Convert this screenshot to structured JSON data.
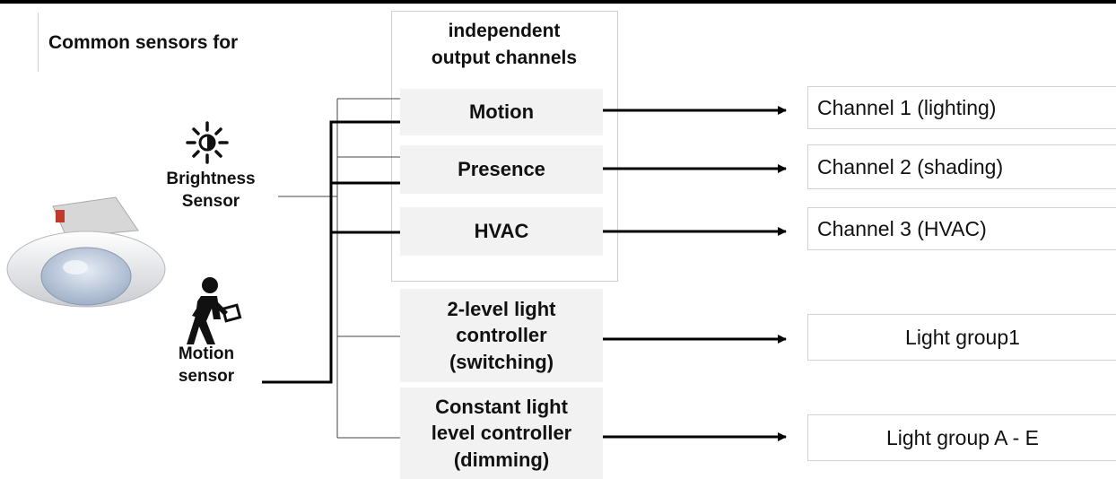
{
  "header": {
    "common_sensors": "Common sensors  for",
    "output_channels_line1": "independent",
    "output_channels_line2": "output channels"
  },
  "sensors": {
    "brightness_line1": "Brightness",
    "brightness_line2": "Sensor",
    "motion_line1": "Motion",
    "motion_line2": "sensor"
  },
  "functions": {
    "motion": "Motion",
    "presence": "Presence",
    "hvac": "HVAC",
    "two_level_line1": "2-level light",
    "two_level_line2": "controller",
    "two_level_line3": "(switching)",
    "constant_line1": "Constant light",
    "constant_line2": "level controller",
    "constant_line3": "(dimming)"
  },
  "outputs": {
    "channel1": "Channel 1 (lighting)",
    "channel2": "Channel 2 (shading)",
    "channel3": "Channel 3 (HVAC)",
    "light_group1": "Light group1",
    "light_group_ae": "Light group A - E"
  }
}
